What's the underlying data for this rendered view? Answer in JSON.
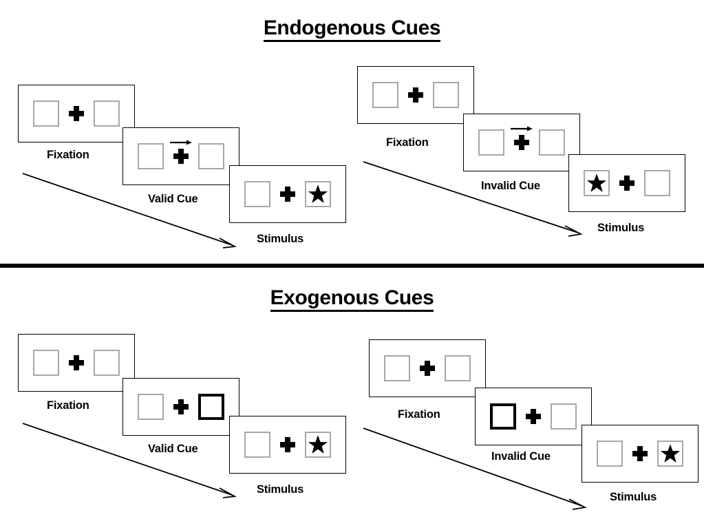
{
  "page": {
    "background": "#ffffff",
    "line_color": "#000000",
    "box_border_color": "#a6a6a6",
    "cue_flash_color": "#000000"
  },
  "sections": [
    {
      "id": "endogenous",
      "title": "Endogenous Cues",
      "panels": [
        {
          "id": "endogenous-valid",
          "condition": "valid",
          "cards": [
            {
              "stage": "Fixation",
              "left_box": {
                "content": "empty",
                "flash": false
              },
              "right_box": {
                "content": "empty",
                "flash": false
              },
              "cue_arrow": "none"
            },
            {
              "stage": "Valid Cue",
              "left_box": {
                "content": "empty",
                "flash": false
              },
              "right_box": {
                "content": "empty",
                "flash": false
              },
              "cue_arrow": "right"
            },
            {
              "stage": "Stimulus",
              "left_box": {
                "content": "empty",
                "flash": false
              },
              "right_box": {
                "content": "star",
                "flash": false
              },
              "cue_arrow": "none"
            }
          ]
        },
        {
          "id": "endogenous-invalid",
          "condition": "invalid",
          "cards": [
            {
              "stage": "Fixation",
              "left_box": {
                "content": "empty",
                "flash": false
              },
              "right_box": {
                "content": "empty",
                "flash": false
              },
              "cue_arrow": "none"
            },
            {
              "stage": "Invalid Cue",
              "left_box": {
                "content": "empty",
                "flash": false
              },
              "right_box": {
                "content": "empty",
                "flash": false
              },
              "cue_arrow": "right"
            },
            {
              "stage": "Stimulus",
              "left_box": {
                "content": "star",
                "flash": false
              },
              "right_box": {
                "content": "empty",
                "flash": false
              },
              "cue_arrow": "none"
            }
          ]
        }
      ]
    },
    {
      "id": "exogenous",
      "title": "Exogenous Cues",
      "panels": [
        {
          "id": "exogenous-valid",
          "condition": "valid",
          "cards": [
            {
              "stage": "Fixation",
              "left_box": {
                "content": "empty",
                "flash": false
              },
              "right_box": {
                "content": "empty",
                "flash": false
              },
              "cue_arrow": "none"
            },
            {
              "stage": "Valid Cue",
              "left_box": {
                "content": "empty",
                "flash": false
              },
              "right_box": {
                "content": "empty",
                "flash": true
              },
              "cue_arrow": "none"
            },
            {
              "stage": "Stimulus",
              "left_box": {
                "content": "empty",
                "flash": false
              },
              "right_box": {
                "content": "star",
                "flash": false
              },
              "cue_arrow": "none"
            }
          ]
        },
        {
          "id": "exogenous-invalid",
          "condition": "invalid",
          "cards": [
            {
              "stage": "Fixation",
              "left_box": {
                "content": "empty",
                "flash": false
              },
              "right_box": {
                "content": "empty",
                "flash": false
              },
              "cue_arrow": "none"
            },
            {
              "stage": "Invalid Cue",
              "left_box": {
                "content": "empty",
                "flash": true
              },
              "right_box": {
                "content": "empty",
                "flash": false
              },
              "cue_arrow": "none"
            },
            {
              "stage": "Stimulus",
              "left_box": {
                "content": "empty",
                "flash": false
              },
              "right_box": {
                "content": "star",
                "flash": false
              },
              "cue_arrow": "none"
            }
          ]
        }
      ]
    }
  ],
  "labels": {
    "endo_valid_fixation": "Fixation",
    "endo_valid_cue": "Valid Cue",
    "endo_valid_stimulus": "Stimulus",
    "endo_invalid_fixation": "Fixation",
    "endo_invalid_cue": "Invalid Cue",
    "endo_invalid_stimulus": "Stimulus",
    "exo_valid_fixation": "Fixation",
    "exo_valid_cue": "Valid Cue",
    "exo_valid_stimulus": "Stimulus",
    "exo_invalid_fixation": "Fixation",
    "exo_invalid_cue": "Invalid Cue",
    "exo_invalid_stimulus": "Stimulus"
  },
  "titles": {
    "endogenous": "Endogenous Cues",
    "exogenous": "Exogenous Cues"
  }
}
